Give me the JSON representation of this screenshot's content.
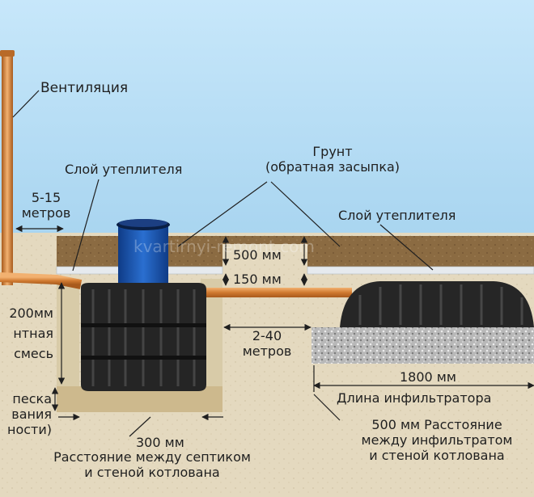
{
  "labels": {
    "ventilation": "Вентиляция",
    "insulation_left": "Слой утеплителя",
    "ground_line1": "Грунт",
    "ground_line2": "(обратная засыпка)",
    "distance_5_15_line1": "5-15",
    "distance_5_15_line2": "метров",
    "insulation_right": "Слой утеплителя",
    "dim_500": "500 мм",
    "dim_150": "150 мм",
    "left_200_line1": "200мм",
    "left_200_line2": "нтная",
    "left_200_line3": "смесь",
    "left_sand_line1": "песка",
    "left_sand_line2": "вания",
    "left_sand_line3": "ности)",
    "distance_2_40_line1": "2-40",
    "distance_2_40_line2": "метров",
    "dim_1800": "1800 мм",
    "infiltrator_length": "Длина инфильтратора",
    "dim_300": "300 мм",
    "septic_gap_line1": "Расстояние между септиком",
    "septic_gap_line2": "и стеной котлована",
    "infiltrator_gap_line1": "500 мм Расстояние",
    "infiltrator_gap_line2": "между инфильтратом",
    "infiltrator_gap_line3": "и стеной котлована",
    "watermark": "kvartirnyi-remont.com"
  },
  "colors": {
    "sky": "#bfe2f7",
    "soil": "#e3d8bd",
    "topsoil": "#8a6a40",
    "insulation": "#e6eaee",
    "tank": "#262626",
    "lid": "#1a55b0",
    "pipe": "#d7873d",
    "gravel": "#b4b4b4"
  }
}
